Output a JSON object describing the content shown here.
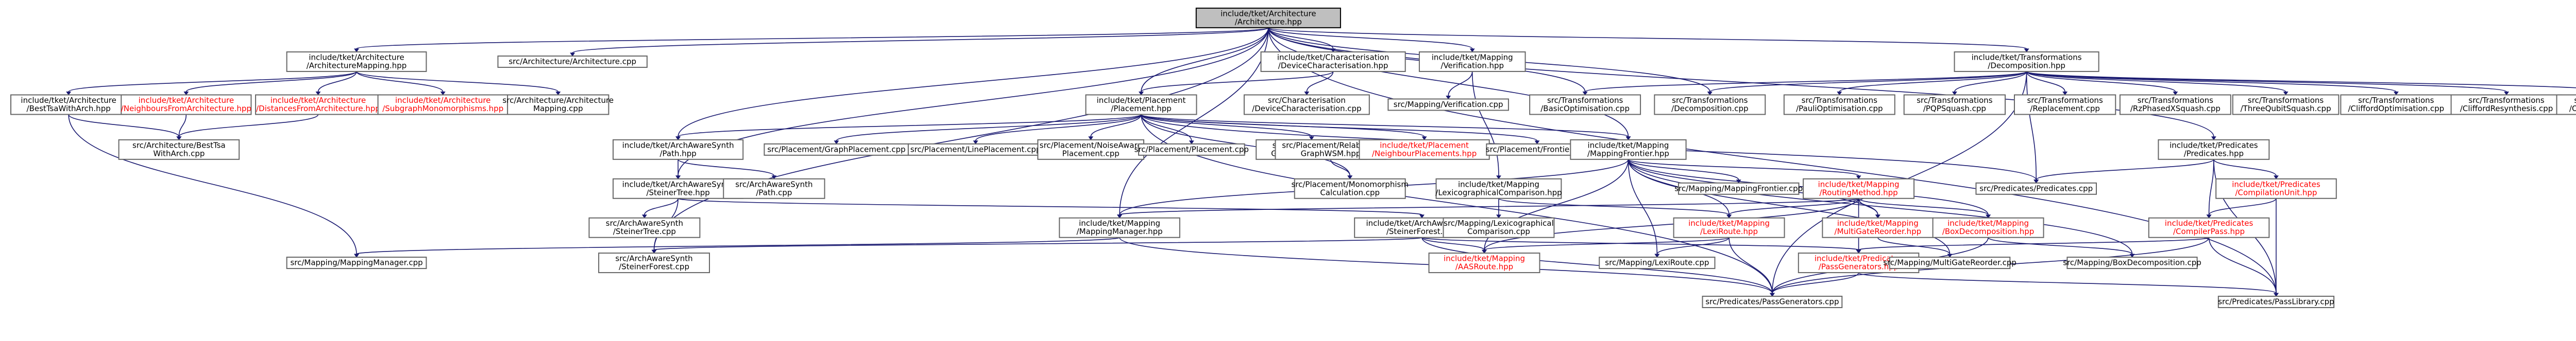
{
  "diagram": {
    "nodes": [
      {
        "id": "root",
        "lines": [
          "include/tket/Architecture",
          "/Architecture.hpp"
        ],
        "root": true
      },
      {
        "id": "archmap",
        "lines": [
          "include/tket/Architecture",
          "/ArchitectureMapping.hpp"
        ]
      },
      {
        "id": "archcpp",
        "lines": [
          "src/Architecture/Architecture.cpp"
        ]
      },
      {
        "id": "devchar",
        "lines": [
          "include/tket/Characterisation",
          "/DeviceCharacterisation.hpp"
        ]
      },
      {
        "id": "verif",
        "lines": [
          "include/tket/Mapping",
          "/Verification.hpp"
        ]
      },
      {
        "id": "decomp",
        "lines": [
          "include/tket/Transformations",
          "/Decomposition.hpp"
        ]
      },
      {
        "id": "besttsa",
        "lines": [
          "include/tket/Architecture",
          "/BestTsaWithArch.hpp"
        ]
      },
      {
        "id": "neighbours",
        "lines": [
          "include/tket/Architecture",
          "/NeighboursFromArchitecture.hpp"
        ],
        "red": true
      },
      {
        "id": "distances",
        "lines": [
          "include/tket/Architecture",
          "/DistancesFromArchitecture.hpp"
        ],
        "red": true
      },
      {
        "id": "subgraph",
        "lines": [
          "include/tket/Architecture",
          "/SubgraphMonomorphisms.hpp"
        ],
        "red": true
      },
      {
        "id": "archmapcpp",
        "lines": [
          "src/Architecture/Architecture",
          "Mapping.cpp"
        ]
      },
      {
        "id": "placement",
        "lines": [
          "include/tket/Placement",
          "/Placement.hpp"
        ]
      },
      {
        "id": "devcharcpp",
        "lines": [
          "src/Characterisation",
          "/DeviceCharacterisation.cpp"
        ]
      },
      {
        "id": "verifcpp",
        "lines": [
          "src/Mapping/Verification.cpp"
        ]
      },
      {
        "id": "basicopt",
        "lines": [
          "src/Transformations",
          "/BasicOptimisation.cpp"
        ]
      },
      {
        "id": "decompcpp",
        "lines": [
          "src/Transformations",
          "/Decomposition.cpp"
        ]
      },
      {
        "id": "pauliopt",
        "lines": [
          "src/Transformations",
          "/PauliOptimisation.cpp"
        ]
      },
      {
        "id": "pqpsquash",
        "lines": [
          "src/Transformations",
          "/PQPSquash.cpp"
        ]
      },
      {
        "id": "replacement",
        "lines": [
          "src/Transformations",
          "/Replacement.cpp"
        ]
      },
      {
        "id": "rzphased",
        "lines": [
          "src/Transformations",
          "/RzPhasedXSquash.cpp"
        ]
      },
      {
        "id": "threequbit",
        "lines": [
          "src/Transformations",
          "/ThreeQubitSquash.cpp"
        ]
      },
      {
        "id": "cliffordopt",
        "lines": [
          "src/Transformations",
          "/CliffordOptimisation.cpp"
        ]
      },
      {
        "id": "cliffordresyn",
        "lines": [
          "src/Transformations",
          "/CliffordResynthesis.cpp"
        ]
      },
      {
        "id": "optpass",
        "lines": [
          "src/Transformations",
          "/OptimisationPass.cpp"
        ]
      },
      {
        "id": "besttsacpp",
        "lines": [
          "src/Architecture/BestTsa",
          "WithArch.cpp"
        ]
      },
      {
        "id": "archawarepath",
        "lines": [
          "include/tket/ArchAwareSynth",
          "/Path.hpp"
        ]
      },
      {
        "id": "graphplacement",
        "lines": [
          "src/Placement/GraphPlacement.cpp"
        ]
      },
      {
        "id": "lineplacement",
        "lines": [
          "src/Placement/LinePlacement.cpp"
        ]
      },
      {
        "id": "noiseaware",
        "lines": [
          "src/Placement/NoiseAware",
          "Placement.cpp"
        ]
      },
      {
        "id": "placementcpp",
        "lines": [
          "src/Placement/Placement.cpp"
        ]
      },
      {
        "id": "qubitgraph",
        "lines": [
          "src/Placement/Qubit",
          "GraphPlacement.cpp"
        ]
      },
      {
        "id": "placementrel",
        "lines": [
          "src/Placement/Relabelled",
          "GraphWSM.hpp"
        ]
      },
      {
        "id": "neighbourplace",
        "lines": [
          "include/tket/Placement",
          "/NeighbourPlacements.hpp"
        ],
        "red": true
      },
      {
        "id": "frontiercpp",
        "lines": [
          "src/Placement/Frontier.cpp"
        ]
      },
      {
        "id": "mappingfrontier",
        "lines": [
          "include/tket/Mapping",
          "/MappingFrontier.hpp"
        ]
      },
      {
        "id": "predicates",
        "lines": [
          "include/tket/Predicates",
          "/Predicates.hpp"
        ]
      },
      {
        "id": "steinertree",
        "lines": [
          "include/tket/ArchAwareSynth",
          "/SteinerTree.hpp"
        ]
      },
      {
        "id": "pathcpp",
        "lines": [
          "src/ArchAwareSynth",
          "/Path.cpp"
        ]
      },
      {
        "id": "lexicompare",
        "lines": [
          "include/tket/Mapping",
          "/LexicographicalComparison.hpp"
        ]
      },
      {
        "id": "monomorph",
        "lines": [
          "src/Placement/Monomorphism",
          "Calculation.cpp"
        ]
      },
      {
        "id": "mappingfrontiercpp",
        "lines": [
          "src/Mapping/MappingFrontier.cpp"
        ]
      },
      {
        "id": "routingmethod",
        "lines": [
          "include/tket/Mapping",
          "/RoutingMethod.hpp"
        ],
        "red": true
      },
      {
        "id": "predicatescpp",
        "lines": [
          "src/Predicates/Predicates.cpp"
        ]
      },
      {
        "id": "compilationunit",
        "lines": [
          "include/tket/Predicates",
          "/CompilationUnit.hpp"
        ],
        "red": true
      },
      {
        "id": "steinertreecpp",
        "lines": [
          "src/ArchAwareSynth",
          "/SteinerTree.cpp"
        ]
      },
      {
        "id": "mappingmanager",
        "lines": [
          "include/tket/Mapping",
          "/MappingManager.hpp"
        ]
      },
      {
        "id": "steinerforest",
        "lines": [
          "include/tket/ArchAwareSynth",
          "/SteinerForest.hpp"
        ]
      },
      {
        "id": "lexicomparecpp",
        "lines": [
          "src/Mapping/Lexicographical",
          "Comparison.cpp"
        ]
      },
      {
        "id": "lexiroute",
        "lines": [
          "include/tket/Mapping",
          "/LexiRoute.hpp"
        ],
        "red": true
      },
      {
        "id": "multigate",
        "lines": [
          "include/tket/Mapping",
          "/MultiGateReorder.hpp"
        ],
        "red": true
      },
      {
        "id": "boxdecomp",
        "lines": [
          "include/tket/Mapping",
          "/BoxDecomposition.hpp"
        ],
        "red": true
      },
      {
        "id": "compilerpass",
        "lines": [
          "include/tket/Predicates",
          "/CompilerPass.hpp"
        ],
        "red": true
      },
      {
        "id": "mappingmanagercpp",
        "lines": [
          "src/Mapping/MappingManager.cpp"
        ]
      },
      {
        "id": "steinerforestcpp",
        "lines": [
          "src/ArchAwareSynth",
          "/SteinerForest.cpp"
        ]
      },
      {
        "id": "aasroute",
        "lines": [
          "include/tket/Mapping",
          "/AASRoute.hpp"
        ],
        "red": true
      },
      {
        "id": "lexiroutecpp",
        "lines": [
          "src/Mapping/LexiRoute.cpp"
        ]
      },
      {
        "id": "paulgen",
        "lines": [
          "include/tket/Predicates",
          "/PassGenerators.hpp"
        ],
        "red": true
      },
      {
        "id": "multigatecpp",
        "lines": [
          "src/Mapping/MultiGateReorder.cpp"
        ]
      },
      {
        "id": "boxdecompcpp",
        "lines": [
          "src/Mapping/BoxDecomposition.cpp"
        ]
      },
      {
        "id": "passgencpp",
        "lines": [
          "src/Predicates/PassGenerators.cpp"
        ]
      },
      {
        "id": "passlibrary",
        "lines": [
          "src/Predicates/PassLibrary.cpp"
        ]
      }
    ],
    "colors": {
      "edge": "#191970",
      "root_fill": "#bfbfbf",
      "red_text": "#ff0000"
    }
  }
}
